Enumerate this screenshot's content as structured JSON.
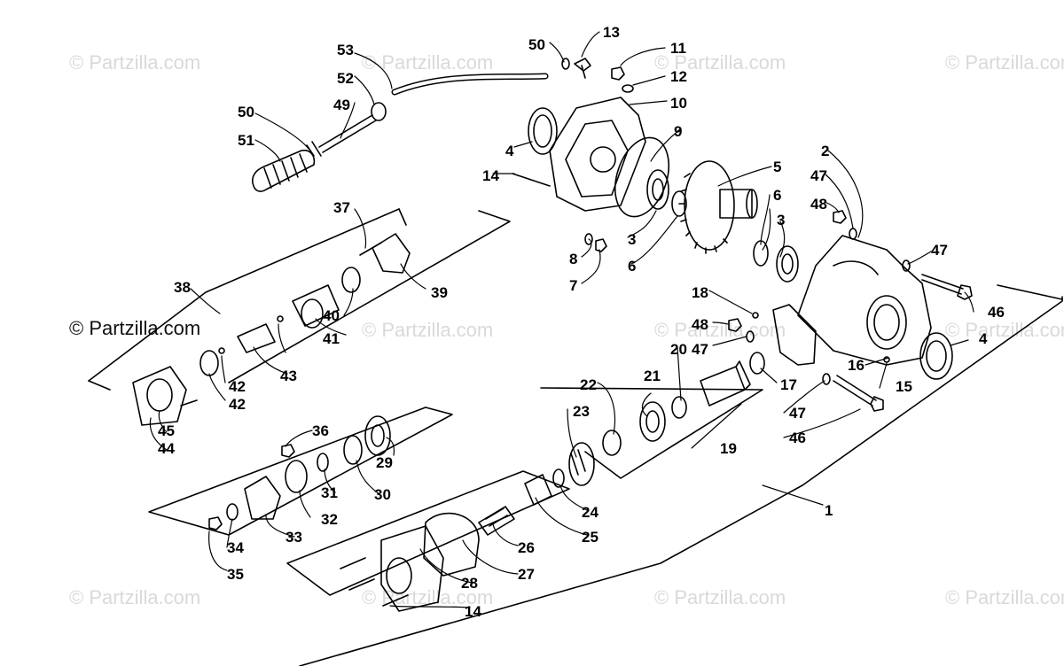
{
  "watermark": {
    "text": "© Partzilla.com",
    "main": "© Partzilla.com"
  },
  "callouts": [
    "1",
    "2",
    "3",
    "4",
    "5",
    "6",
    "7",
    "8",
    "9",
    "10",
    "11",
    "12",
    "13",
    "14",
    "15",
    "16",
    "17",
    "18",
    "19",
    "20",
    "21",
    "22",
    "23",
    "24",
    "25",
    "26",
    "27",
    "28",
    "29",
    "30",
    "31",
    "32",
    "33",
    "34",
    "35",
    "36",
    "37",
    "38",
    "39",
    "40",
    "41",
    "42",
    "43",
    "44",
    "45",
    "46",
    "47",
    "48",
    "49",
    "50",
    "51",
    "52",
    "53"
  ]
}
